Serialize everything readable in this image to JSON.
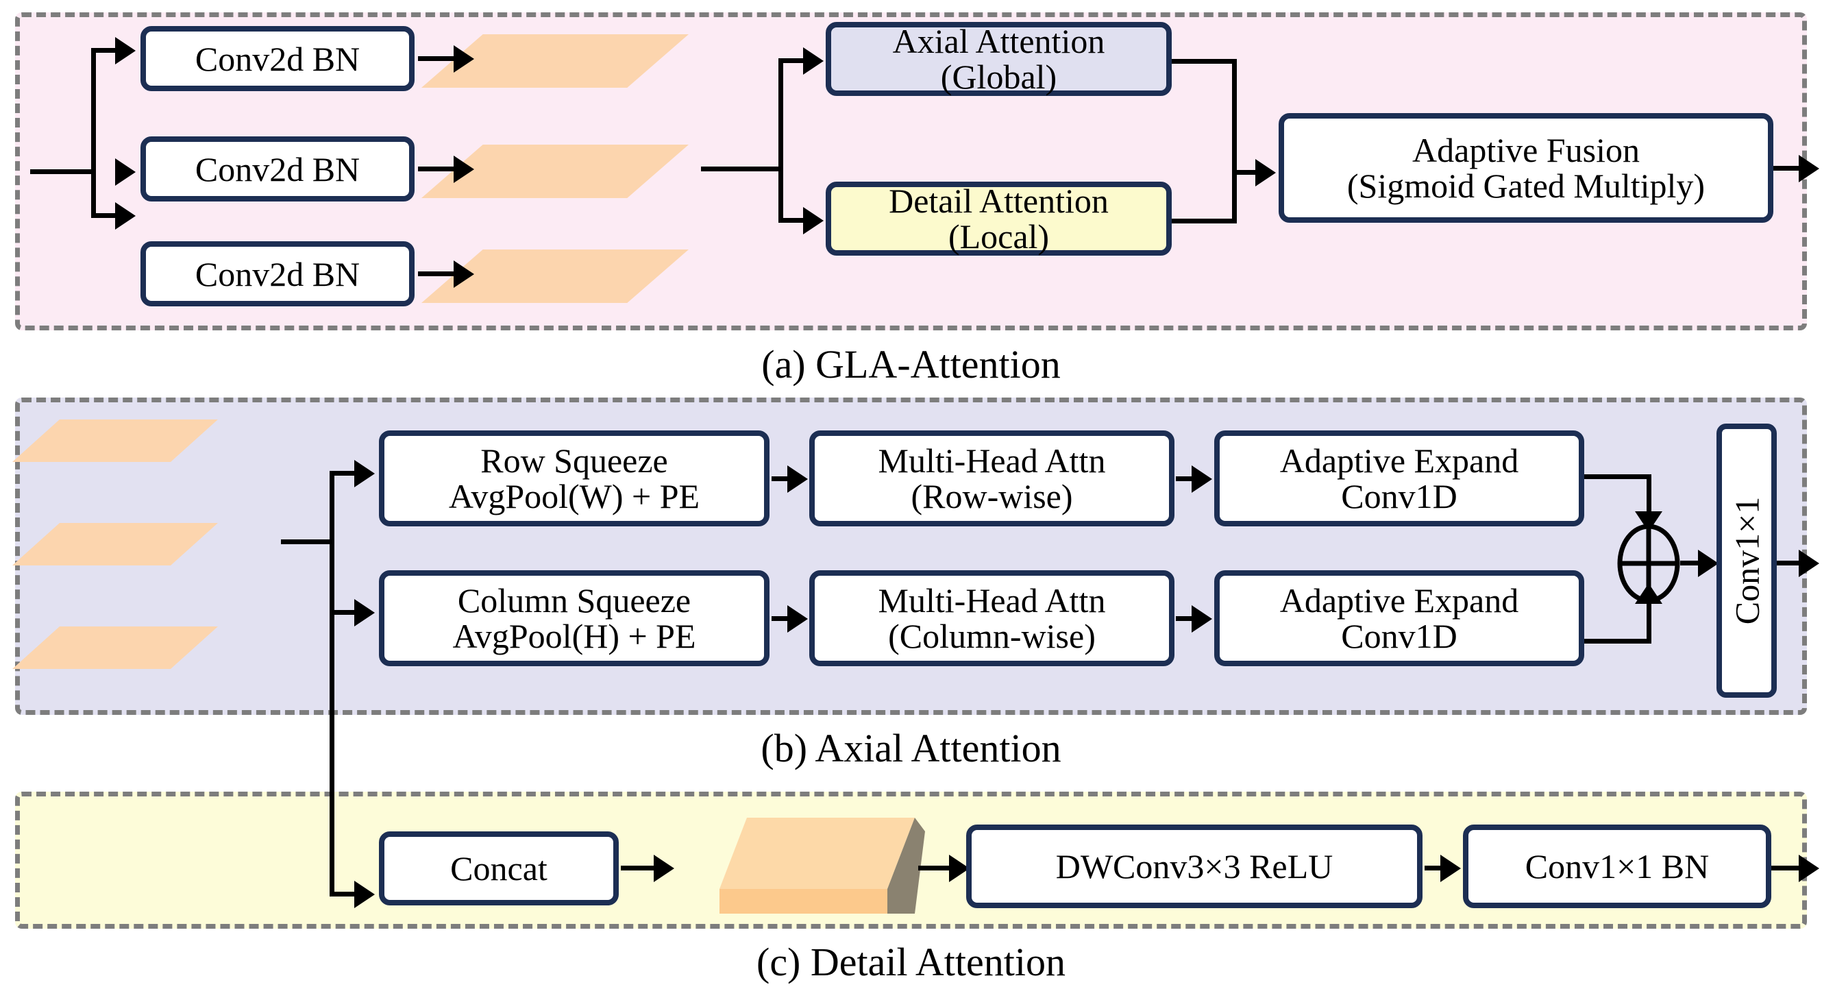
{
  "figure": {
    "title": "GLA-Attention architecture diagram",
    "colors": {
      "panel_a_bg": "#fcebf4",
      "panel_b_bg": "#e2e1f1",
      "panel_c_bg": "#fdfcd9",
      "box_border": "#1c2e53",
      "box_blue_fill": "#e0e0f0",
      "box_yellow_fill": "#fcfacd",
      "feature_map_fill": "#fcd5ae",
      "slab_side_fill": "#8a8270",
      "dashed_border": "#7d7d7d",
      "arrow": "#000000"
    }
  },
  "panel_a": {
    "caption": "(a) GLA-Attention",
    "conv_blocks": [
      {
        "label": "Conv2d BN"
      },
      {
        "label": "Conv2d BN"
      },
      {
        "label": "Conv2d BN"
      }
    ],
    "feature_maps": [
      {
        "name": "feature-map-1"
      },
      {
        "name": "feature-map-2"
      },
      {
        "name": "feature-map-3"
      }
    ],
    "attention_global": {
      "line1": "Axial Attention",
      "line2": "(Global)"
    },
    "attention_local": {
      "line1": "Detail Attention",
      "line2": "(Local)"
    },
    "fusion": {
      "line1": "Adaptive Fusion",
      "line2": "(Sigmoid Gated Multiply)"
    }
  },
  "panel_b": {
    "caption": "(b) Axial Attention",
    "feature_maps": [
      {
        "name": "feature-map-1"
      },
      {
        "name": "feature-map-2"
      },
      {
        "name": "feature-map-3"
      }
    ],
    "row_branch": {
      "squeeze": {
        "line1": "Row Squeeze",
        "line2": "AvgPool(W) + PE"
      },
      "attention": {
        "line1": "Multi-Head Attn",
        "line2": "(Row-wise)"
      },
      "expand": {
        "line1": "Adaptive Expand",
        "line2": "Conv1D"
      }
    },
    "column_branch": {
      "squeeze": {
        "line1": "Column Squeeze",
        "line2": "AvgPool(H) + PE"
      },
      "attention": {
        "line1": "Multi-Head Attn",
        "line2": "(Column-wise)"
      },
      "expand": {
        "line1": "Adaptive Expand",
        "line2": "Conv1D"
      }
    },
    "merge_op": {
      "symbol": "+",
      "name": "element-wise-addition"
    },
    "output_conv": {
      "label": "Conv1×1"
    }
  },
  "panel_c": {
    "caption": "(c) Detail Attention",
    "concat": {
      "label": "Concat"
    },
    "feature_volume": {
      "name": "concatenated-feature-volume"
    },
    "dwconv": {
      "label": "DWConv3×3 ReLU"
    },
    "conv": {
      "label": "Conv1×1 BN"
    }
  }
}
